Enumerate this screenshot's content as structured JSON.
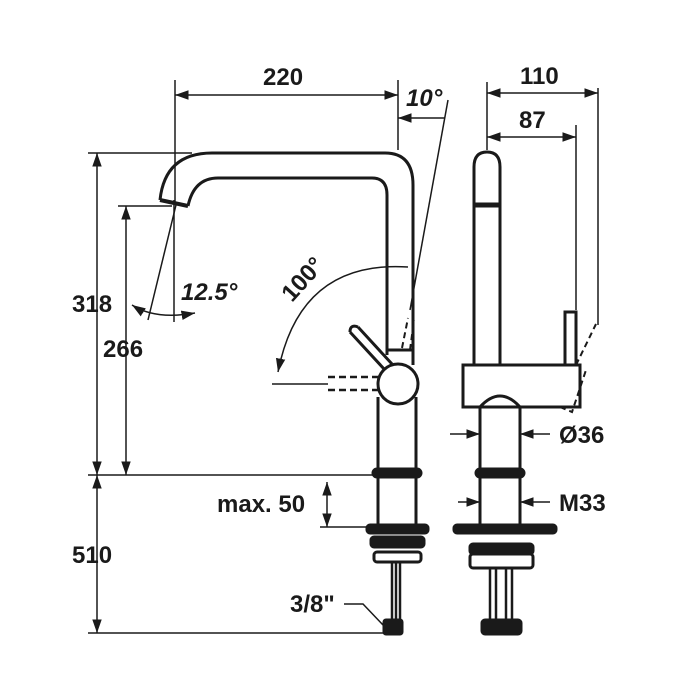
{
  "drawing": {
    "ink_color": "#1a1a1a",
    "front_view": {
      "width_spout_reach": "220",
      "spout_tilt_angle": "10°",
      "total_height": "318",
      "spout_outlet_height": "266",
      "spout_outlet_angle": "12.5°",
      "lever_rotation_angle": "100°",
      "max_counter_thickness": "max. 50",
      "hose_length": "510",
      "hose_connection": "3/8\""
    },
    "side_view": {
      "depth_lever_open": "110",
      "depth_lever_closed": "87",
      "body_diameter": "Ø36",
      "thread_size": "M33"
    }
  }
}
